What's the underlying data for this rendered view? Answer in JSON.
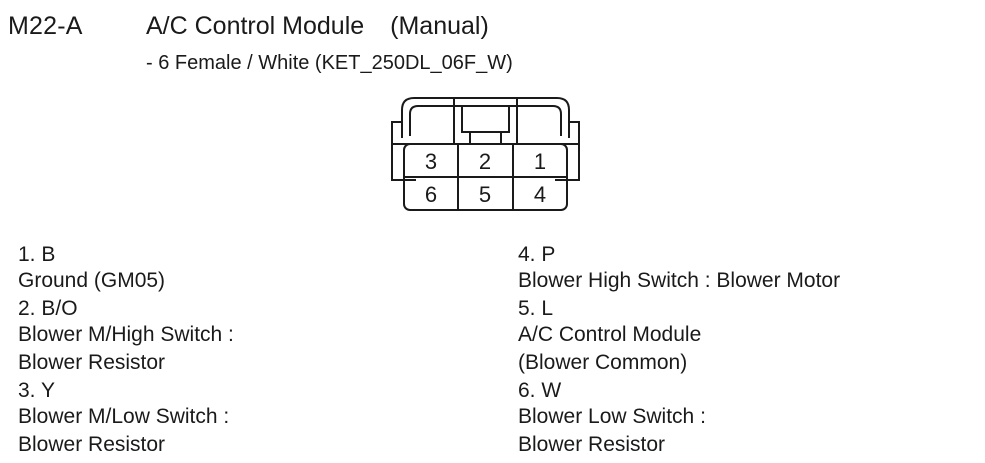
{
  "header": {
    "connector_code": "M22-A",
    "title": "A/C Control Module",
    "title_variant": "(Manual)",
    "subtitle": "- 6 Female / White (KET_250DL_06F_W)"
  },
  "connector": {
    "type": "6-pin female connector",
    "stroke_color": "#1a1a1a",
    "fill_color": "#ffffff",
    "rows": [
      {
        "cells": [
          "3",
          "2",
          "1"
        ]
      },
      {
        "cells": [
          "6",
          "5",
          "4"
        ]
      }
    ]
  },
  "pin_legend": {
    "left_column": [
      {
        "pin_id": "1. B",
        "number": "1",
        "wire_color_code": "B",
        "description_lines": [
          "Ground (GM05)"
        ]
      },
      {
        "pin_id": "2. B/O",
        "number": "2",
        "wire_color_code": "B/O",
        "description_lines": [
          "Blower M/High Switch :",
          "Blower Resistor"
        ]
      },
      {
        "pin_id": "3. Y",
        "number": "3",
        "wire_color_code": "Y",
        "description_lines": [
          "Blower M/Low Switch :",
          "Blower Resistor"
        ]
      }
    ],
    "right_column": [
      {
        "pin_id": "4. P",
        "number": "4",
        "wire_color_code": "P",
        "description_lines": [
          "Blower High Switch : Blower Motor"
        ]
      },
      {
        "pin_id": "5. L",
        "number": "5",
        "wire_color_code": "L",
        "description_lines": [
          "A/C Control Module",
          "(Blower Common)"
        ]
      },
      {
        "pin_id": "6. W",
        "number": "6",
        "wire_color_code": "W",
        "description_lines": [
          "Blower Low Switch :",
          "Blower Resistor"
        ]
      }
    ]
  }
}
